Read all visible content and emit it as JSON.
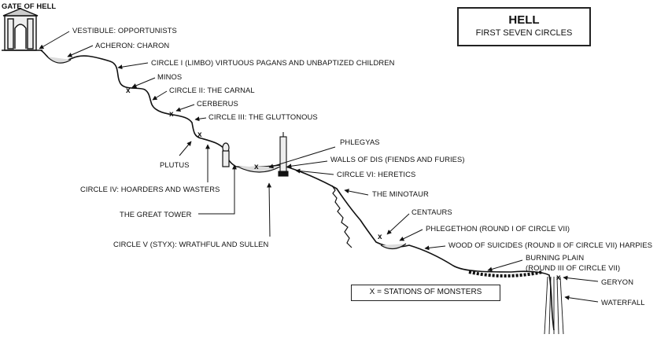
{
  "title": {
    "main": "HELL",
    "sub": "FIRST SEVEN CIRCLES"
  },
  "legend": "X = STATIONS OF MONSTERS",
  "labels": {
    "gate": "GATE OF HELL",
    "vestibule": "VESTIBULE: OPPORTUNISTS",
    "acheron": "ACHERON: CHARON",
    "circle1": "CIRCLE I (LIMBO) VIRTUOUS PAGANS AND UNBAPTIZED CHILDREN",
    "minos": "MINOS",
    "circle2": "CIRCLE II: THE CARNAL",
    "cerberus": "CERBERUS",
    "circle3": "CIRCLE III: THE GLUTTONOUS",
    "plutus": "PLUTUS",
    "circle4": "CIRCLE IV: HOARDERS AND WASTERS",
    "tower": "THE GREAT TOWER",
    "circle5": "CIRCLE V (STYX): WRATHFUL AND SULLEN",
    "phlegyas": "PHLEGYAS",
    "dis": "WALLS OF DIS (FIENDS AND FURIES)",
    "circle6": "CIRCLE VI: HERETICS",
    "minotaur": "THE MINOTAUR",
    "centaurs": "CENTAURS",
    "phlegethon": "PHLEGETHON (ROUND I OF CIRCLE VII)",
    "suicides": "WOOD OF SUICIDES (ROUND II OF CIRCLE VII) HARPIES",
    "burning1": "BURNING PLAIN",
    "burning2": "(ROUND III OF CIRCLE VII)",
    "geryon": "GERYON",
    "waterfall": "WATERFALL"
  }
}
